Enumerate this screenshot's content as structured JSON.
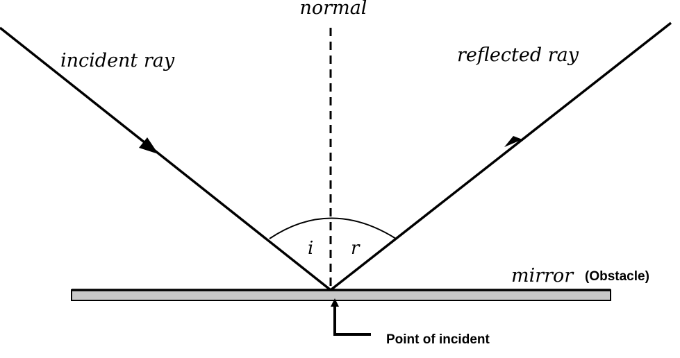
{
  "diagram": {
    "labels": {
      "normal": "normal",
      "incident_ray": "incident ray",
      "reflected_ray": "reflected ray",
      "angle_i": "i",
      "angle_r": "r",
      "mirror": "mirror",
      "obstacle": "(Obstacle)",
      "point_of_incident": "Point of incident"
    },
    "colors": {
      "line": "#000000",
      "mirror_fill": "#c8c8c8",
      "background": "#ffffff"
    }
  }
}
